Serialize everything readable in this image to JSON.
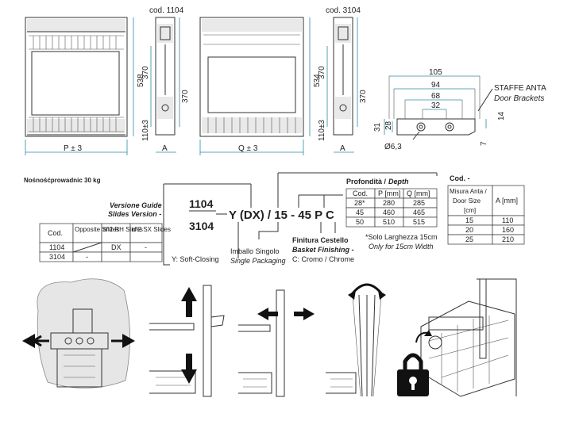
{
  "top_drawings": {
    "cod_1104": "cod. 1104",
    "cod_3104": "cod. 3104",
    "height_538": "538",
    "height_370_a": "370",
    "height_370_b": "370",
    "height_110_a": "110±3",
    "height_534": "534",
    "height_370_c": "370",
    "height_370_d": "370",
    "height_110_b": "110±3",
    "width_p": "P ± 3",
    "width_a_1": "A",
    "width_q": "Q ± 3",
    "width_a_2": "A"
  },
  "bracket": {
    "dim_105": "105",
    "dim_94": "94",
    "dim_68": "68",
    "dim_32": "32",
    "dim_31": "31",
    "dim_28": "28",
    "dim_14": "14",
    "dim_7": "7",
    "hole": "Ø6,3",
    "title": "STAFFE ANTA",
    "title_en": "Door Brackets"
  },
  "load_label": "Nośnośćprowadnic 30 kg",
  "code_diagram": {
    "code_top": "1104",
    "code_bottom": "3104",
    "suffix": "Y (DX) / 15 - 45 P C",
    "version_it": "Versione Guide",
    "version_en": "Slides Version -",
    "soft_closing": "Y: Soft-Closing",
    "packaging_it": "Imballo Singolo",
    "packaging_en": "Single Packaging",
    "finish_it": "Finitura Cestello",
    "finish_en": "Basket Finishing -",
    "finish_value": "C: Cromo / Chrome",
    "note_it": "*Solo Larghezza 15cm",
    "note_en": "Only for 15cm Width"
  },
  "version_table": {
    "headers": [
      "Cod.",
      "Opposite Slides",
      "n°2 RH Slides",
      "n°2 SX Slides"
    ],
    "rows": [
      [
        "1104",
        "",
        "DX",
        "-"
      ],
      [
        "3104",
        "-",
        "",
        ""
      ]
    ]
  },
  "depth_table": {
    "title_it": "Profondità /",
    "title_en": "Depth",
    "headers": [
      "Cod.",
      "P [mm]",
      "Q [mm]"
    ],
    "rows": [
      [
        "28*",
        "280",
        "285"
      ],
      [
        "45",
        "460",
        "465"
      ],
      [
        "50",
        "510",
        "515"
      ]
    ]
  },
  "door_table": {
    "title": "Cod. -",
    "headers": [
      "Misura Anta / Door Size [cm]",
      "A [mm]"
    ],
    "rows": [
      [
        "15",
        "110"
      ],
      [
        "20",
        "160"
      ],
      [
        "25",
        "210"
      ]
    ]
  }
}
